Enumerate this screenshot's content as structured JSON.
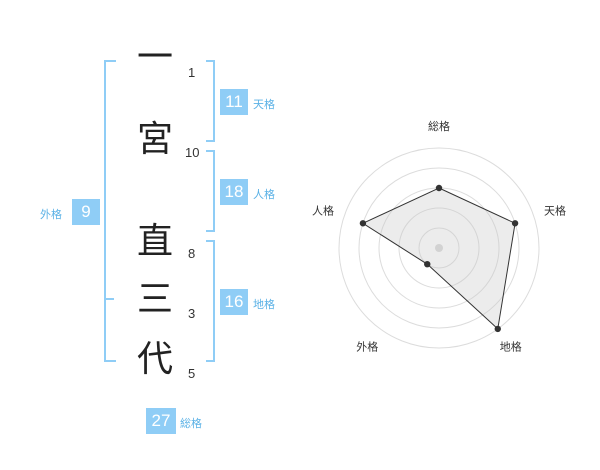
{
  "name": {
    "chars": [
      {
        "char": "一",
        "strokes": "1"
      },
      {
        "char": "宮",
        "strokes": "10"
      },
      {
        "char": "直",
        "strokes": "8"
      },
      {
        "char": "三",
        "strokes": "3"
      },
      {
        "char": "代",
        "strokes": "5"
      }
    ]
  },
  "fortunes": {
    "ten": {
      "value": "11",
      "label": "天格"
    },
    "jin": {
      "value": "18",
      "label": "人格"
    },
    "chi": {
      "value": "16",
      "label": "地格"
    },
    "gai": {
      "value": "9",
      "label": "外格"
    },
    "sou": {
      "value": "27",
      "label": "総格"
    }
  },
  "colors": {
    "accent": "#8fcdf6",
    "accent_text": "#5ab1e6"
  },
  "chart_data": {
    "type": "radar",
    "axes": [
      "総格",
      "天格",
      "地格",
      "外格",
      "人格"
    ],
    "values": [
      3,
      4,
      5,
      1,
      4
    ],
    "max": 5,
    "grid": true
  }
}
